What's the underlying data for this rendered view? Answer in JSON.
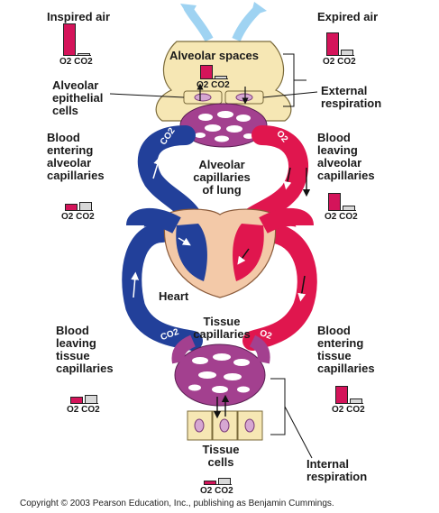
{
  "labels": {
    "inspired_air": "Inspired air",
    "expired_air": "Expired air",
    "alveolar_spaces": "Alveolar spaces",
    "alveolar_epithelial_cells": [
      "Alveolar",
      "epithelial",
      "cells"
    ],
    "external_respiration": [
      "External",
      "respiration"
    ],
    "blood_entering_alveolar": [
      "Blood",
      "entering",
      "alveolar",
      "capillaries"
    ],
    "blood_leaving_alveolar": [
      "Blood",
      "leaving",
      "alveolar",
      "capillaries"
    ],
    "alveolar_capillaries_of_lung": [
      "Alveolar",
      "capillaries",
      "of lung"
    ],
    "heart": "Heart",
    "tissue_capillaries": [
      "Tissue",
      "capillaries"
    ],
    "blood_leaving_tissue": [
      "Blood",
      "leaving",
      "tissue",
      "capillaries"
    ],
    "blood_entering_tissue": [
      "Blood",
      "entering",
      "tissue",
      "capillaries"
    ],
    "tissue_cells": [
      "Tissue",
      "cells"
    ],
    "internal_respiration": [
      "Internal",
      "respiration"
    ],
    "vessel_co2_top": "CO2",
    "vessel_o2_top": "O2",
    "vessel_co2_bottom": "CO2",
    "vessel_o2_bottom": "O2"
  },
  "gauge_labels": {
    "o2": "O2",
    "co2": "CO2"
  },
  "gauges": {
    "inspired": {
      "o2": 1.0,
      "co2": 0.08
    },
    "expired": {
      "o2": 0.72,
      "co2": 0.2
    },
    "alveolar": {
      "o2": 0.72,
      "co2": 0.2
    },
    "entering_alveolar": {
      "o2": 0.35,
      "co2": 0.42
    },
    "leaving_alveolar": {
      "o2": 0.72,
      "co2": 0.2
    },
    "leaving_tissue": {
      "o2": 0.35,
      "co2": 0.42
    },
    "entering_tissue": {
      "o2": 0.72,
      "co2": 0.2
    },
    "tissue_cells": {
      "o2": 0.3,
      "co2": 0.45
    }
  },
  "colors": {
    "deoxygenated": "#22409a",
    "oxygenated": "#e0164e",
    "capillary": "#a3408f",
    "lung": "#f6e7b4",
    "heart": "#f3c9a8",
    "air_arrow": "#9fd3f2"
  },
  "copyright": "Copyright © 2003 Pearson Education, Inc., publishing as Benjamin Cummings."
}
